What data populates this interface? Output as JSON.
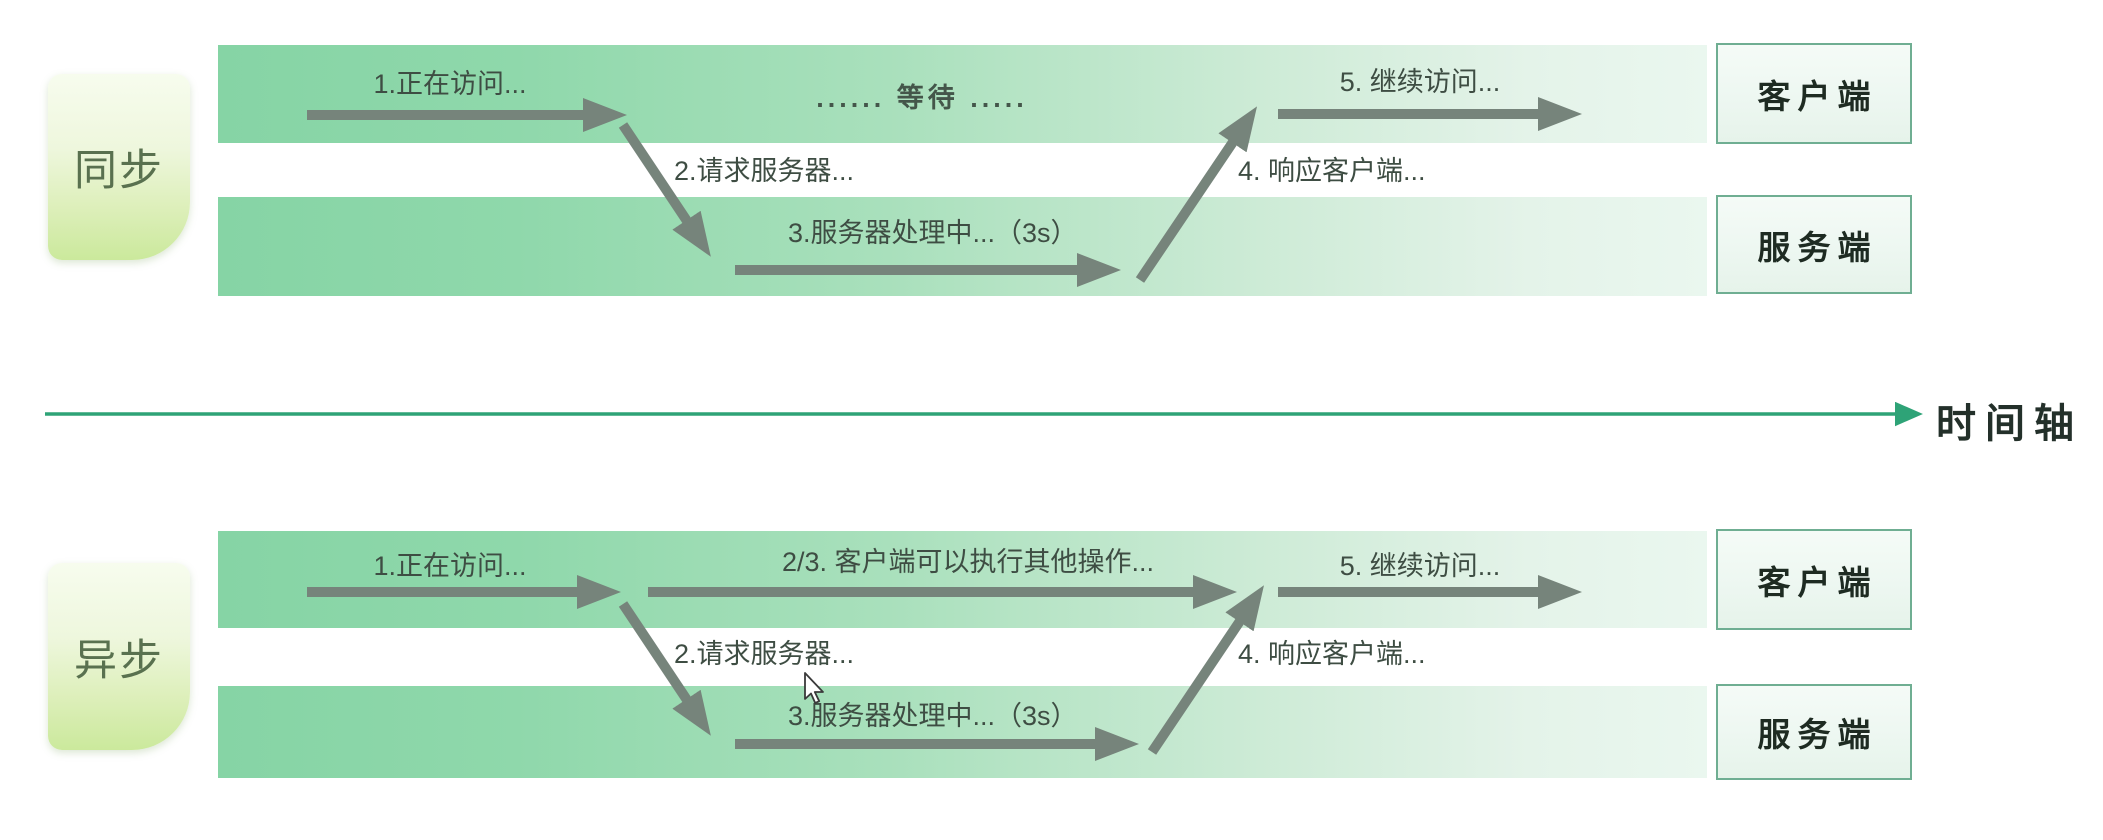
{
  "diagram": {
    "timeline_axis_label": "时间轴",
    "colors": {
      "band_green_start": "#86d4a5",
      "band_green_end": "#eaf7ef",
      "mode_box_green": "#cbe99c",
      "endpoint_border": "#6fae92",
      "arrow_gray": "#76847b",
      "timeline_green": "#2ea377",
      "label_text": "#3e4d43"
    },
    "cursor": "arrow-pointer"
  },
  "sections": [
    {
      "id": "sync",
      "mode_label": "同步",
      "client_label": "客户端",
      "server_label": "服务端",
      "steps": {
        "step1": "1.正在访问...",
        "wait": "...... 等待 .....",
        "step2": "2.请求服务器...",
        "step3": "3.服务器处理中...（3s）",
        "step4": "4. 响应客户端...",
        "step5": "5. 继续访问..."
      }
    },
    {
      "id": "async",
      "mode_label": "异步",
      "client_label": "客户端",
      "server_label": "服务端",
      "steps": {
        "step1": "1.正在访问...",
        "step23": "2/3. 客户端可以执行其他操作...",
        "step2": "2.请求服务器...",
        "step3": "3.服务器处理中...（3s）",
        "step4": "4. 响应客户端...",
        "step5": "5. 继续访问..."
      }
    }
  ]
}
